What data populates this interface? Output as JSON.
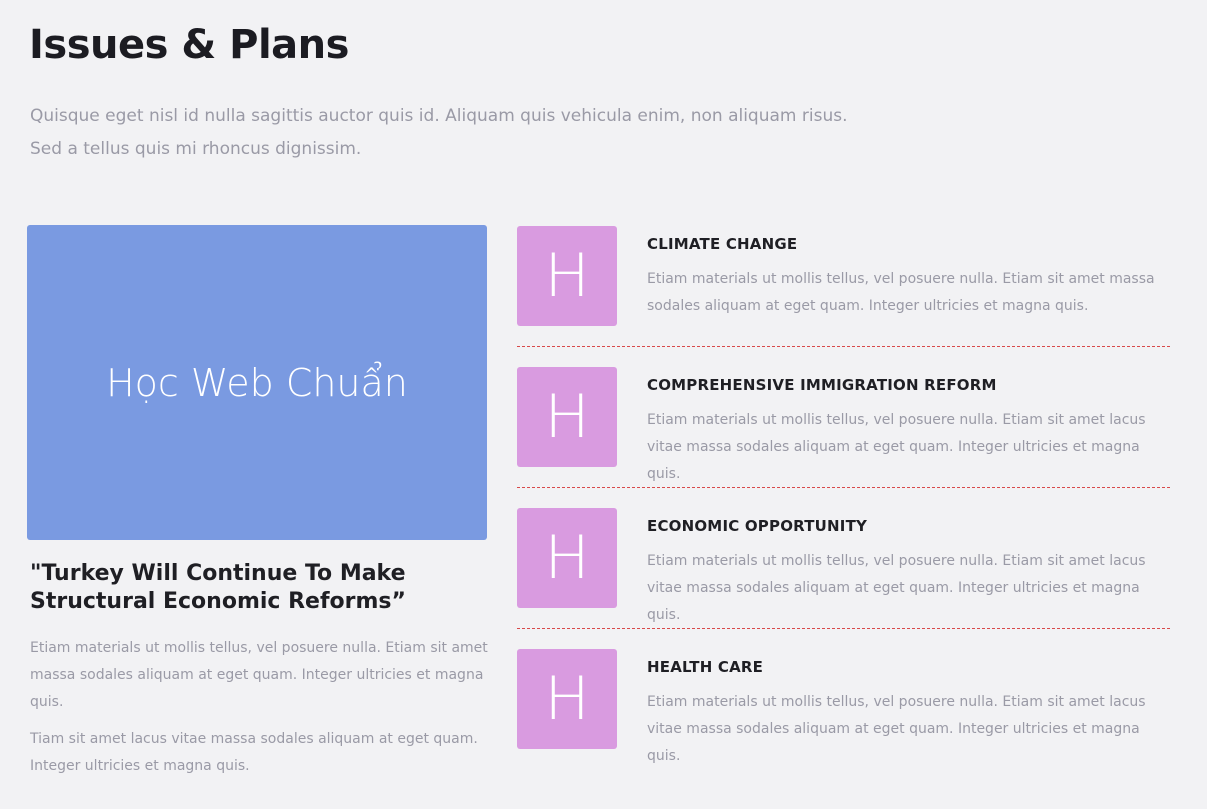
{
  "header": {
    "title": "Issues & Plans",
    "intro": "Quisque eget nisl id nulla sagittis auctor quis id. Aliquam quis vehicula enim, non aliquam risus. Sed a tellus quis mi rhoncus dignissim."
  },
  "feature": {
    "image_text": "Học Web Chuẩn",
    "quote": "\"Turkey Will Continue To Make Structural Economic Reforms”",
    "paragraph1": "Etiam materials ut mollis tellus, vel posuere nulla. Etiam sit amet massa sodales aliquam at eget quam. Integer ultricies et magna quis.",
    "paragraph2": "Tiam sit amet lacus vitae massa sodales aliquam at eget quam. Integer ultricies et magna quis."
  },
  "issues": [
    {
      "thumb_letter": "H",
      "heading": "CLIMATE CHANGE",
      "description": "Etiam materials ut mollis tellus, vel posuere nulla. Etiam sit amet massa sodales aliquam at eget quam. Integer ultricies et magna quis."
    },
    {
      "thumb_letter": "H",
      "heading": "COMPREHENSIVE IMMIGRATION REFORM",
      "description": "Etiam materials ut mollis tellus, vel posuere nulla. Etiam sit amet lacus vitae massa sodales aliquam at eget quam. Integer ultricies et magna quis."
    },
    {
      "thumb_letter": "H",
      "heading": "ECONOMIC OPPORTUNITY",
      "description": "Etiam materials ut mollis tellus, vel posuere nulla. Etiam sit amet lacus vitae massa sodales aliquam at eget quam. Integer ultricies et magna quis."
    },
    {
      "thumb_letter": "H",
      "heading": "HEALTH CARE",
      "description": "Etiam materials ut mollis tellus, vel posuere nulla. Etiam sit amet lacus vitae massa sodales aliquam at eget quam. Integer ultricies et magna quis."
    }
  ],
  "colors": {
    "background": "#f2f2f4",
    "feature_image": "#7a9ae1",
    "thumb": "#d99be0",
    "divider": "#d84a4a"
  }
}
